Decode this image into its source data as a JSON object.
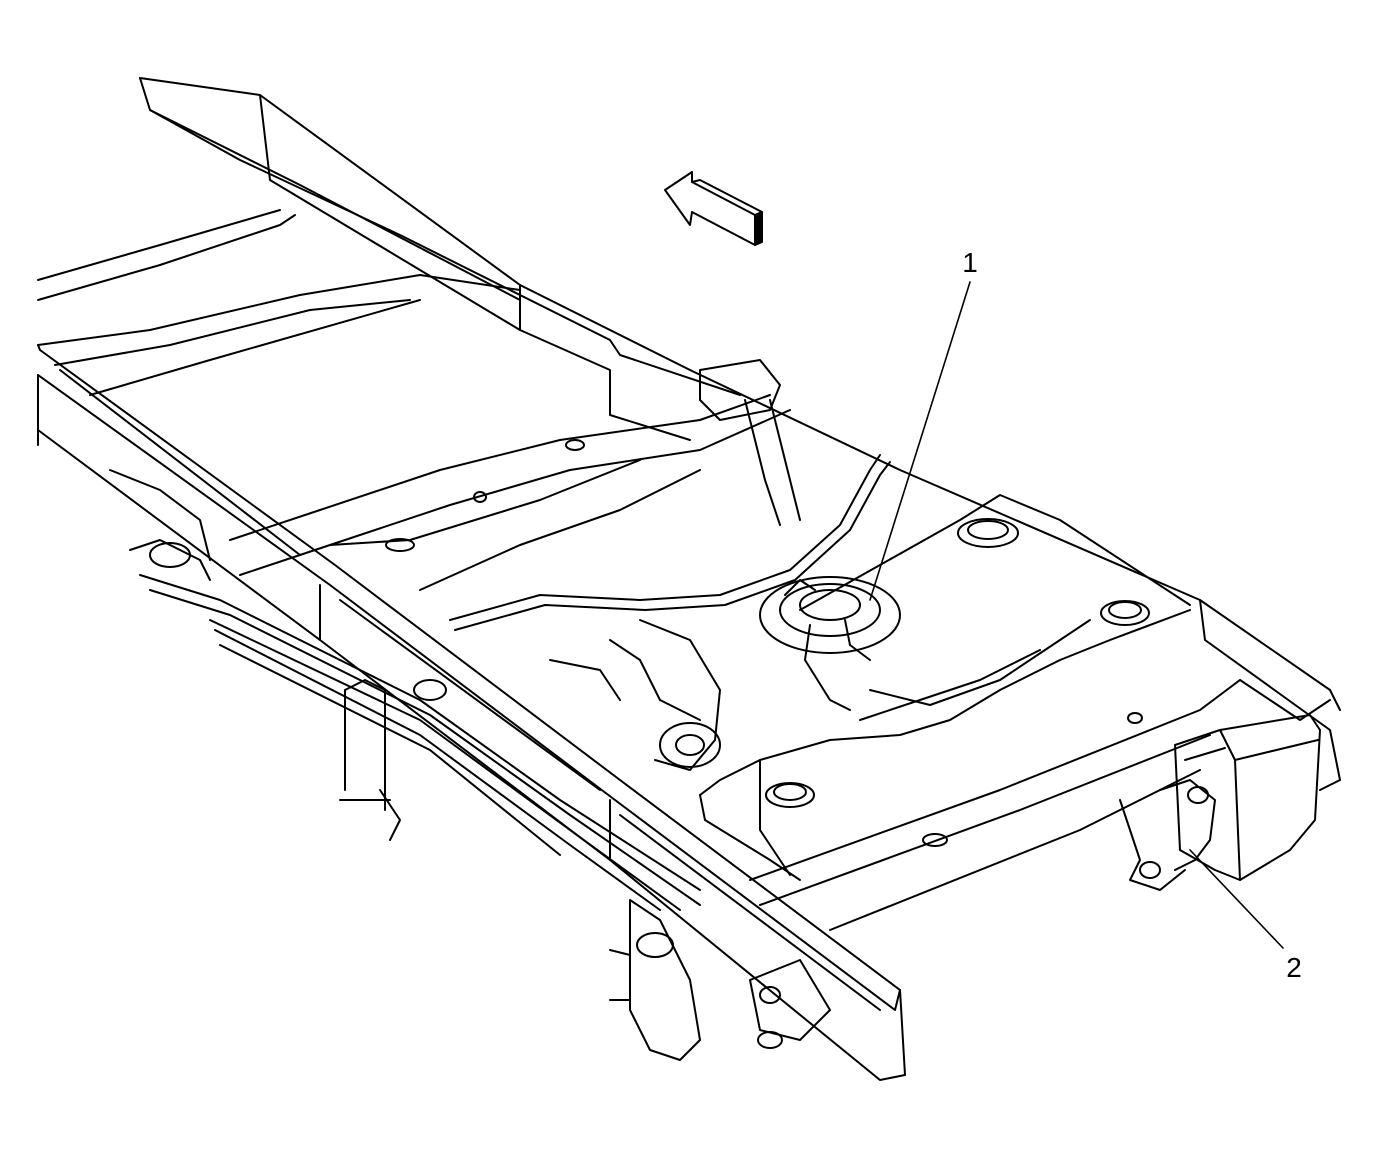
{
  "diagram": {
    "callouts": [
      {
        "number": "1",
        "target": "fuel-pump-module"
      },
      {
        "number": "2",
        "target": "evap-canister-connector"
      }
    ],
    "arrow": {
      "meaning": "vehicle-front-direction"
    },
    "colors": {
      "line": "#000000",
      "background": "#ffffff"
    }
  }
}
